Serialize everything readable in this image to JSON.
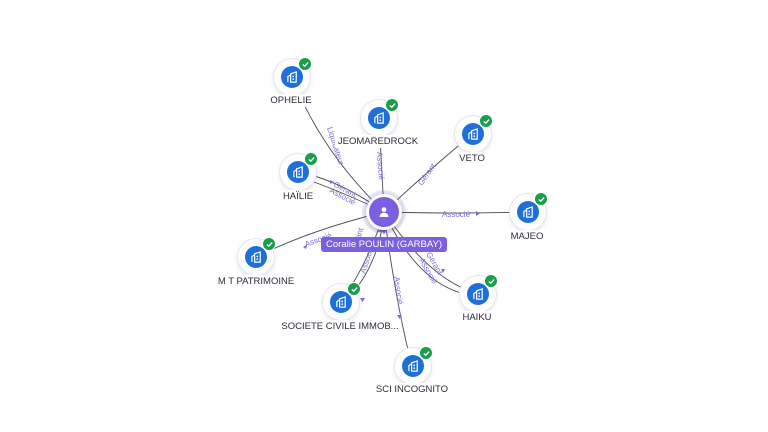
{
  "center": {
    "name": "Coralie POULIN (GARBAY)",
    "icon": "person-icon",
    "color": "#7b5fe0"
  },
  "colors": {
    "company": "#1f6fd8",
    "verified": "#1a9e4b",
    "edge_label": "#7b6fd6"
  },
  "nodes": [
    {
      "id": "ophelie",
      "label": "OPHELIE",
      "icon": "building-icon",
      "verified": true
    },
    {
      "id": "jeomaredrock",
      "label": "JEOMAREDROCK",
      "icon": "building-icon",
      "verified": true
    },
    {
      "id": "veto",
      "label": "VETO",
      "icon": "building-icon",
      "verified": true
    },
    {
      "id": "hailie",
      "label": "HAÏLIE",
      "icon": "building-icon",
      "verified": true
    },
    {
      "id": "majeo",
      "label": "MAJEO",
      "icon": "building-icon",
      "verified": true
    },
    {
      "id": "mtpatrimoine",
      "label": "M T PATRIMOINE",
      "icon": "building-icon",
      "verified": true
    },
    {
      "id": "haiku",
      "label": "HAIKU",
      "icon": "building-icon",
      "verified": true
    },
    {
      "id": "scivile",
      "label": "SOCIETE CIVILE IMMOB...",
      "icon": "building-icon",
      "verified": true
    },
    {
      "id": "sciincognito",
      "label": "SCI INCOGNITO",
      "icon": "building-icon",
      "verified": true
    }
  ],
  "edges": [
    {
      "to": "ophelie",
      "label": "Liquidateur"
    },
    {
      "to": "jeomaredrock",
      "label": "Associé"
    },
    {
      "to": "veto",
      "label": "Gérant"
    },
    {
      "to": "hailie",
      "label": "Gérant"
    },
    {
      "to": "hailie",
      "label": "Associé"
    },
    {
      "to": "majeo",
      "label": "Associé"
    },
    {
      "to": "mtpatrimoine",
      "label": "Associé"
    },
    {
      "to": "haiku",
      "label": "Gérant"
    },
    {
      "to": "haiku",
      "label": "Associé"
    },
    {
      "to": "scivile",
      "label": "Gérant"
    },
    {
      "to": "scivile",
      "label": "Associé"
    },
    {
      "to": "sciincognito",
      "label": "Associé"
    }
  ]
}
